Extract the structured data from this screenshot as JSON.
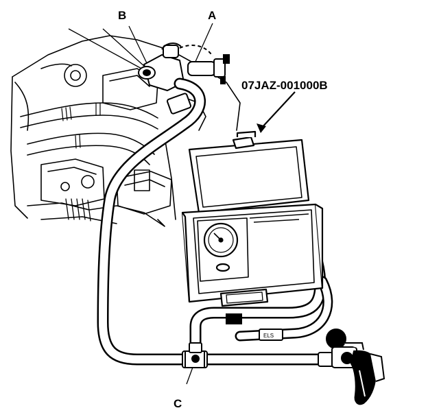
{
  "labels": {
    "a": "A",
    "b": "B",
    "c": "C",
    "tool": "07JAZ-001000B"
  },
  "colors": {
    "ink": "#000000",
    "paper": "#ffffff",
    "shade": "#1a1a1a"
  }
}
